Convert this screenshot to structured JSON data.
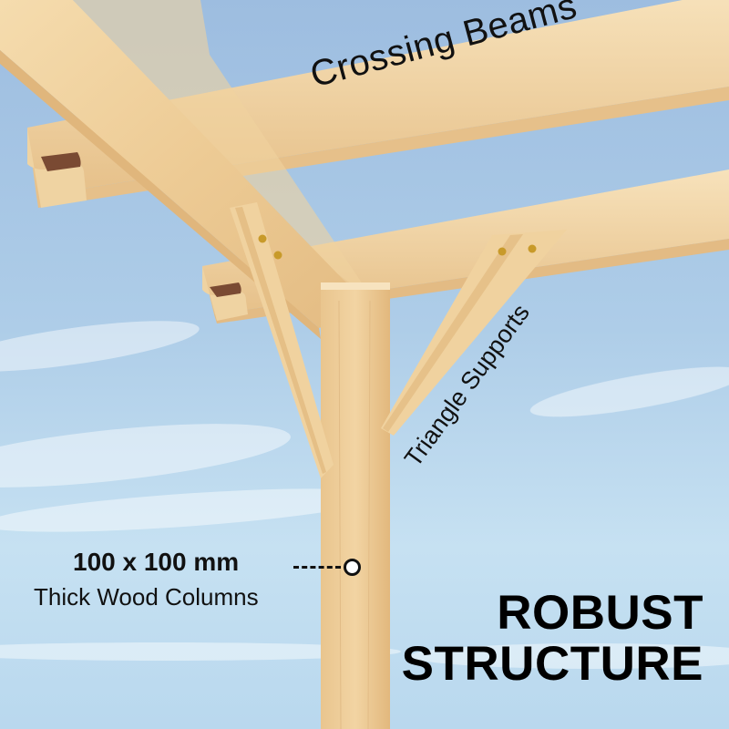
{
  "image": {
    "subject": "wooden pergola corner structure against sky",
    "colors": {
      "sky_top": "#9ebfe2",
      "sky_mid": "#b7d3ea",
      "sky_bottom": "#cbe4f3",
      "wood_light": "#f3d9ac",
      "wood_mid": "#e8c48d",
      "wood_dark": "#d8ac72",
      "text": "#111111"
    }
  },
  "labels": {
    "crossing_beams": "Crossing Beams",
    "triangle_supports": "Triangle Supports",
    "column_dimension": "100 x 100 mm",
    "column_description": "Thick Wood Columns"
  },
  "headline": {
    "line1": "ROBUST",
    "line2": "STRUCTURE"
  }
}
